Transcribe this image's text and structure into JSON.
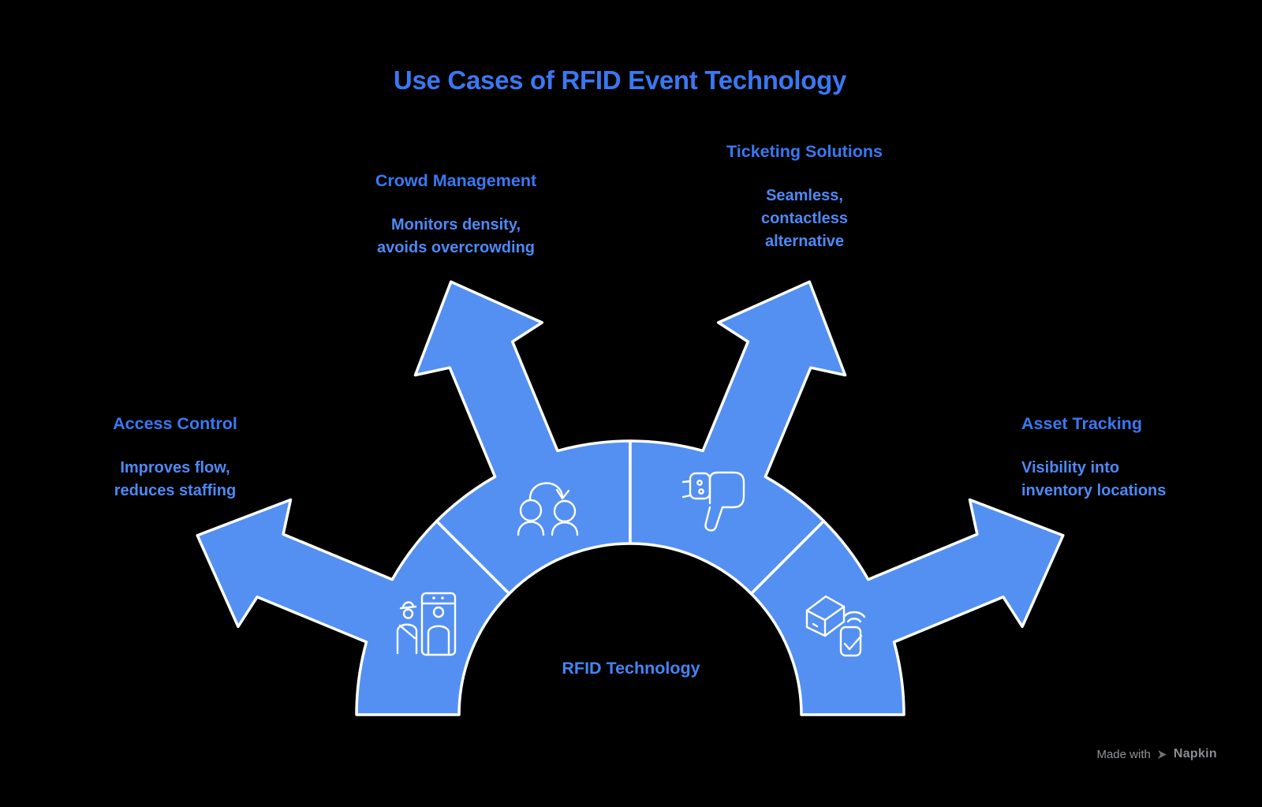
{
  "title": "Use Cases of RFID Event Technology",
  "center_label": "RFID Technology",
  "use_cases": [
    {
      "id": "access-control",
      "heading": "Access Control",
      "body": "Improves flow,\nreduces staffing",
      "icon": "security-guard-gate-icon"
    },
    {
      "id": "crowd-management",
      "heading": "Crowd Management",
      "body": "Monitors density,\navoids overcrowding",
      "icon": "crowd-rotation-icon"
    },
    {
      "id": "ticketing-solutions",
      "heading": "Ticketing Solutions",
      "body": "Seamless,\ncontactless\nalternative",
      "icon": "wristband-hand-icon"
    },
    {
      "id": "asset-tracking",
      "heading": "Asset Tracking",
      "body": "Visibility into\ninventory locations",
      "icon": "package-rfid-tag-icon"
    }
  ],
  "watermark": {
    "prefix": "Made with",
    "brand": "Napkin"
  },
  "colors": {
    "background": "#000000",
    "fan_fill": "#5490F2",
    "fan_outline": "#FFFFFF",
    "icon_stroke": "#FFFFFF",
    "title_text": "#3A78F2",
    "heading_text": "#3A78F2",
    "body_text": "#4E89F6",
    "center_label_text": "#4484F4",
    "watermark_text": "#8F9296",
    "watermark_brand": "#8A8D91",
    "napkin_logo": "#6E7276"
  }
}
